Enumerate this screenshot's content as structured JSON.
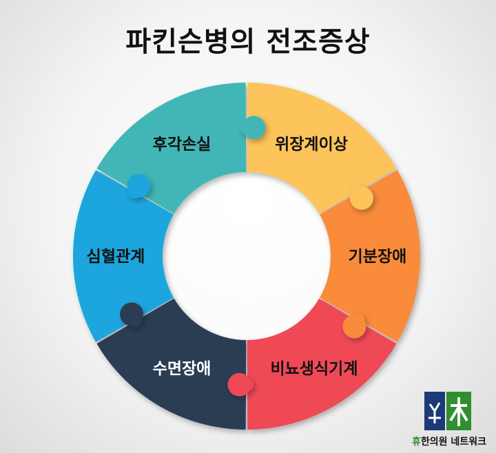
{
  "title": "파킨슨병의 전조증상",
  "segments": [
    {
      "label": "위장계이상",
      "color": "#fcc45a"
    },
    {
      "label": "기분장애",
      "color": "#f98b3a"
    },
    {
      "label": "비뇨생식기계",
      "color": "#ef4956"
    },
    {
      "label": "수면장애",
      "color": "#2a3c52"
    },
    {
      "label": "심혈관계",
      "color": "#1ba6dd"
    },
    {
      "label": "후각손실",
      "color": "#42b6b6"
    }
  ],
  "logo": {
    "brand": "휴",
    "text": "한의원 네트워크",
    "icon": "tree-character-icon",
    "colors": {
      "navy": "#1d3a78",
      "green": "#2f8f2f"
    }
  }
}
